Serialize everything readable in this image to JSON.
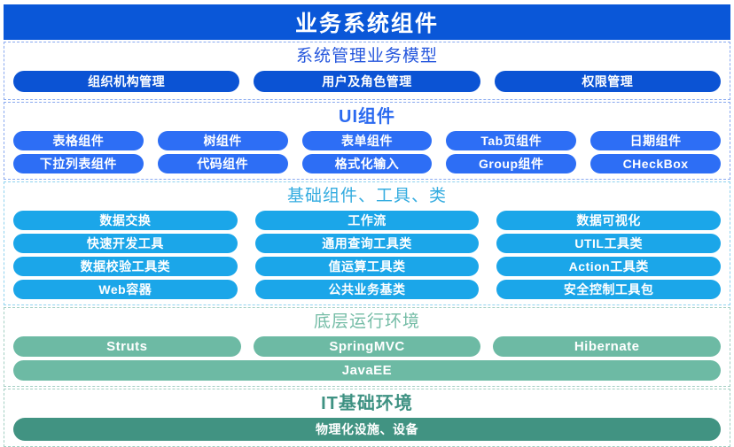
{
  "header": {
    "title": "业务系统组件",
    "bg_color": "#0A57D8",
    "text_color": "#FFFFFF"
  },
  "layers": [
    {
      "id": "system-management-business-model",
      "title": "系统管理业务模型",
      "title_color": "#2657DD",
      "pill_color": "#0B53D4",
      "border_color": "#8AAAF0",
      "rows": [
        [
          "组织机构管理",
          "用户及角色管理",
          "权限管理"
        ]
      ]
    },
    {
      "id": "ui-components",
      "title": "UI组件",
      "title_color": "#2B6AF0",
      "pill_color": "#2D6EF5",
      "border_color": "#8AAAF0",
      "rows": [
        [
          "表格组件",
          "树组件",
          "表单组件",
          "Tab页组件",
          "日期组件"
        ],
        [
          "下拉列表组件",
          "代码组件",
          "格式化输入",
          "Group组件",
          "CHeckBox"
        ]
      ]
    },
    {
      "id": "base-components-tools-classes",
      "title": "基础组件、工具、类",
      "title_color": "#34ACE0",
      "pill_color": "#1BA6E9",
      "border_color": "#8FD2EF",
      "rows": [
        [
          "数据交换",
          "工作流",
          "数据可视化"
        ],
        [
          "快速开发工具",
          "通用查询工具类",
          "UTIL工具类"
        ],
        [
          "数据校验工具类",
          "值运算工具类",
          "Action工具类"
        ],
        [
          "Web容器",
          "公共业务基类",
          "安全控制工具包"
        ]
      ]
    },
    {
      "id": "underlying-runtime-environment",
      "title": "底层运行环境",
      "title_color": "#74BCA6",
      "pill_color": "#6DBAA4",
      "border_color": "#A3CFC3",
      "rows": [
        [
          "Struts",
          "SpringMVC",
          "Hibernate"
        ],
        [
          "JavaEE"
        ]
      ]
    },
    {
      "id": "it-infrastructure-environment",
      "title": "IT基础环境",
      "title_color": "#3F9283",
      "pill_color": "#419382",
      "border_color": "#A3CFC3",
      "rows": [
        [
          "物理化设施、设备"
        ]
      ]
    }
  ]
}
